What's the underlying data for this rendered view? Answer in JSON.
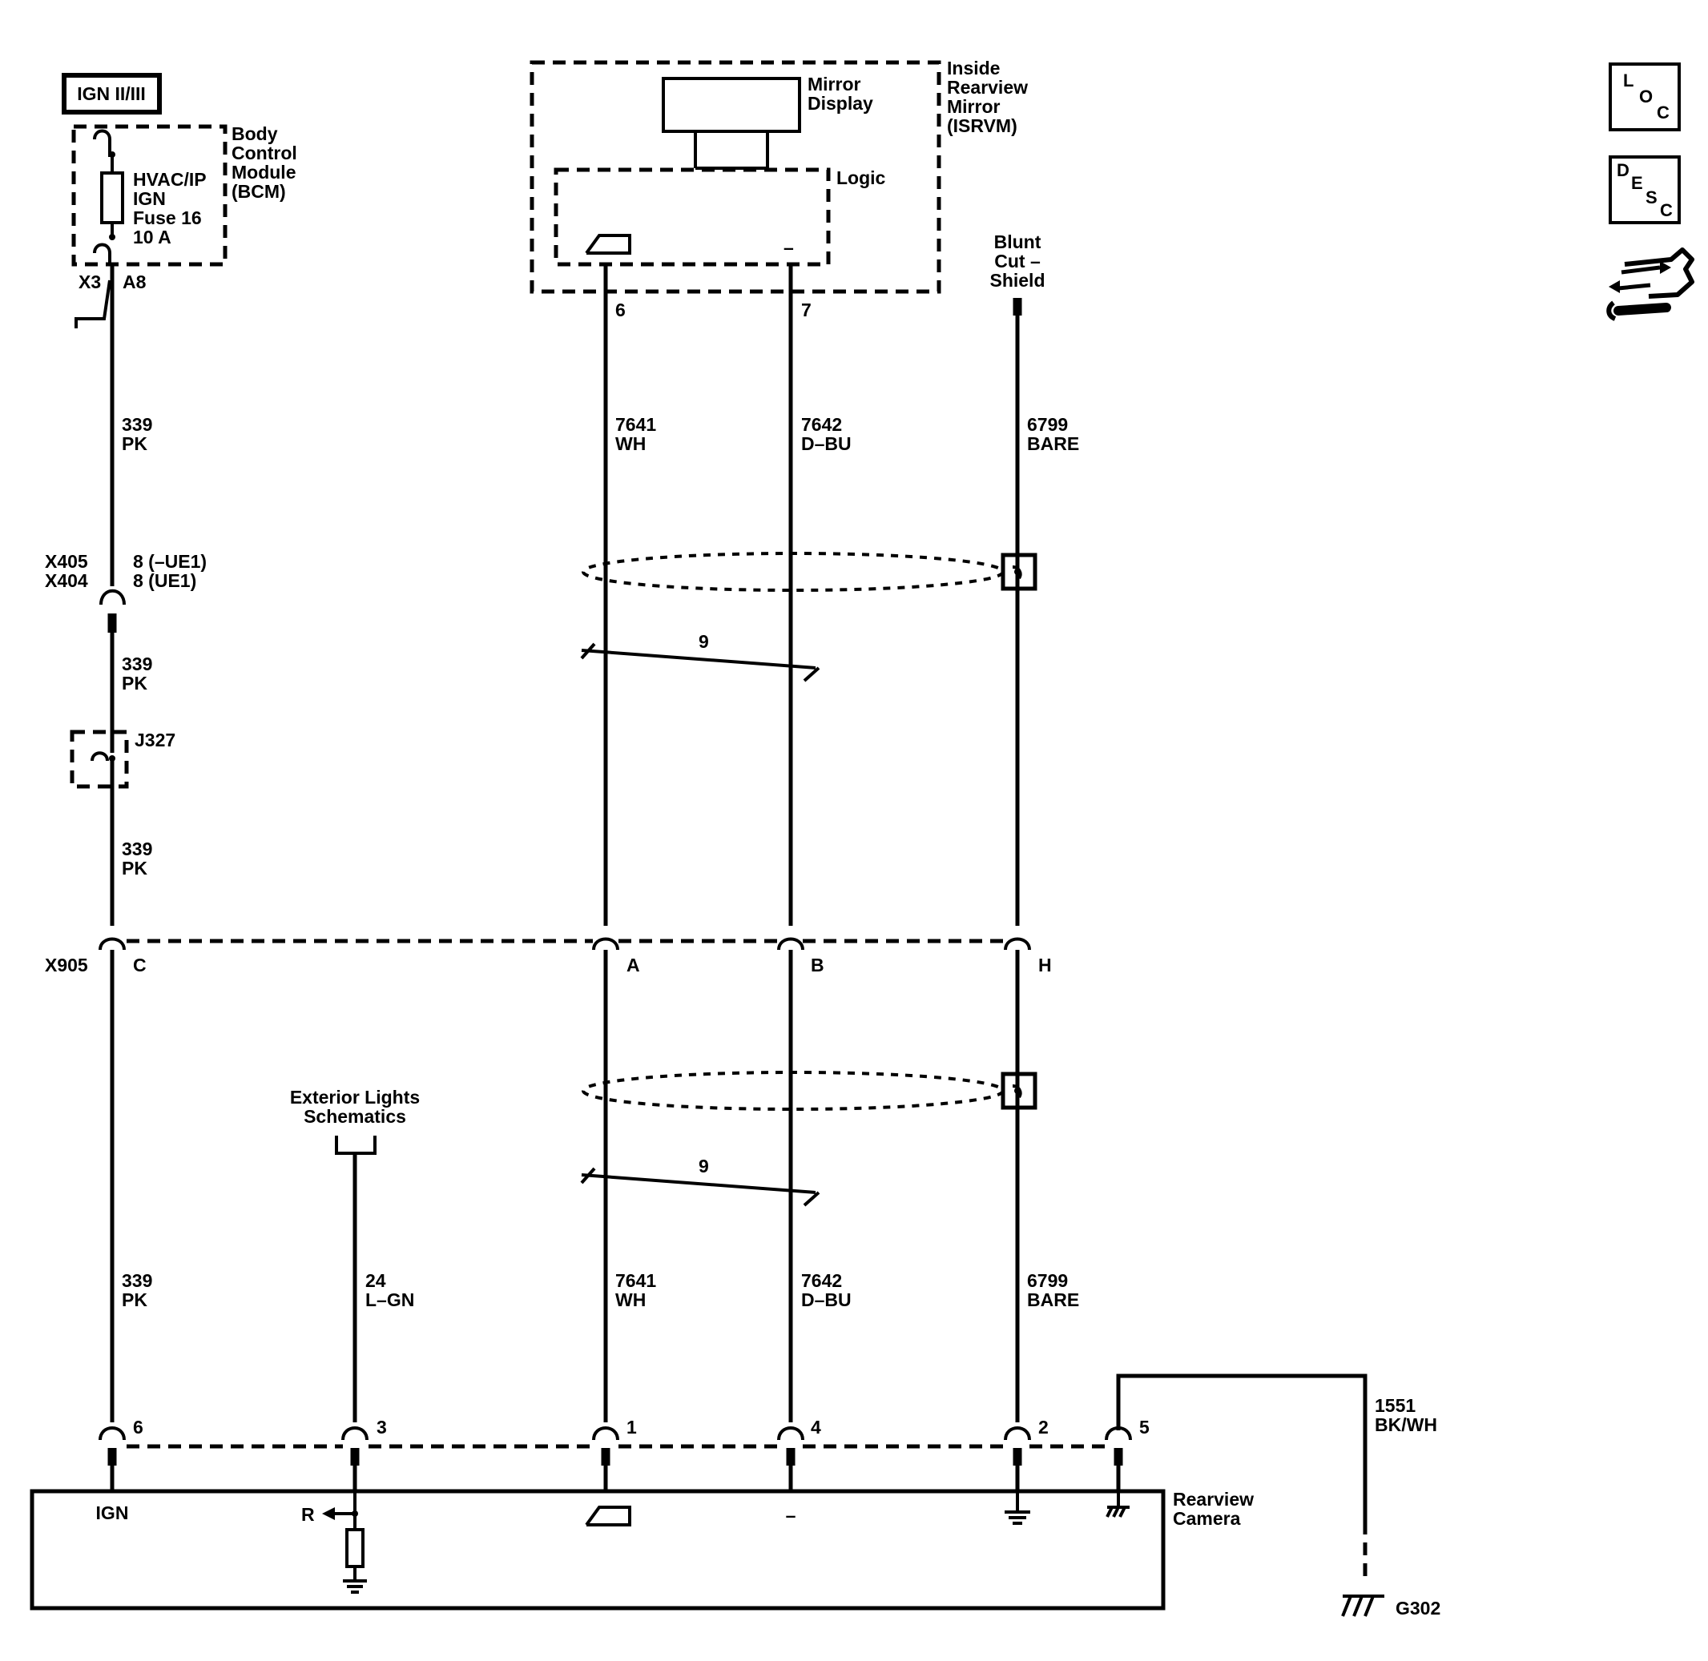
{
  "power": {
    "label": "IGN II/III"
  },
  "bcm": {
    "name": [
      "Body",
      "Control",
      "Module",
      "(BCM)"
    ],
    "fuse": [
      "HVAC/IP",
      "IGN",
      "Fuse 16",
      "10 A"
    ],
    "connector": "X3",
    "pin": "A8"
  },
  "isrvm": {
    "name": [
      "Inside",
      "Rearview",
      "Mirror",
      "(ISRVM)"
    ],
    "display_label": [
      "Mirror",
      "Display"
    ],
    "logic_label": "Logic",
    "pin_video_pos": "6",
    "pin_video_neg": "7",
    "neg_symbol": "–"
  },
  "blunt_cut": [
    "Blunt",
    "Cut –",
    "Shield"
  ],
  "wires": {
    "w339_circuit": "339",
    "w339_color": "PK",
    "w7641_circuit": "7641",
    "w7641_color": "WH",
    "w7642_circuit": "7642",
    "w7642_color": "D–BU",
    "w6799_circuit": "6799",
    "w6799_color": "BARE",
    "w24_circuit": "24",
    "w24_color": "L–GN",
    "w1551_circuit": "1551",
    "w1551_color": "BK/WH",
    "twist_count": "9"
  },
  "connectors": {
    "x405": "X405",
    "x404": "X404",
    "x405_pin": "8 (–UE1)",
    "x404_pin": "8 (UE1)",
    "j327": "J327",
    "x905": "X905",
    "x905_c": "C",
    "x905_a": "A",
    "x905_b": "B",
    "x905_h": "H"
  },
  "exterior_lights": [
    "Exterior Lights",
    "Schematics"
  ],
  "camera": {
    "name": [
      "Rearview",
      "Camera"
    ],
    "pin_6": "6",
    "pin_3": "3",
    "pin_1": "1",
    "pin_4": "4",
    "pin_2": "2",
    "pin_5": "5",
    "ign_label": "IGN",
    "r_label": "R",
    "neg_symbol": "–"
  },
  "ground": {
    "label": "G302"
  },
  "side_icons": {
    "loc": [
      "L",
      "O",
      "C"
    ],
    "desc": [
      "D",
      "E",
      "S",
      "C"
    ],
    "third": "repair-procedure-icon"
  }
}
